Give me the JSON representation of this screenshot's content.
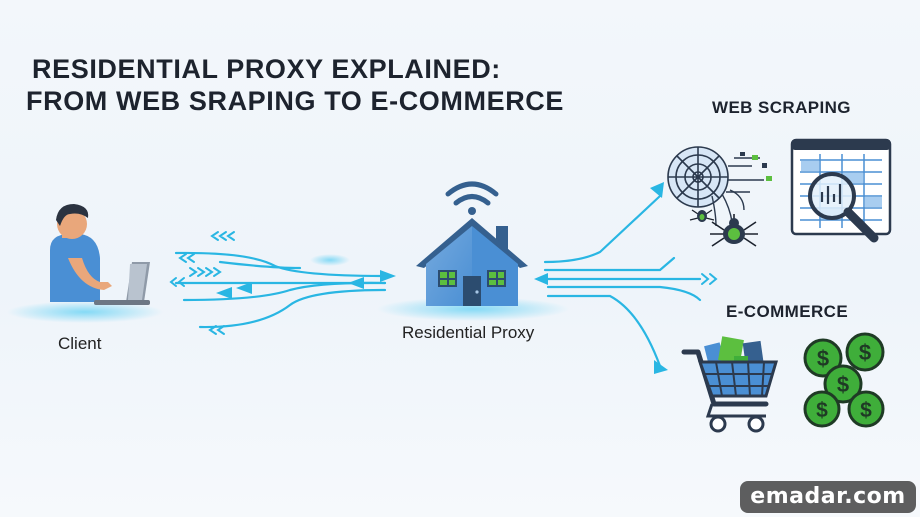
{
  "title": {
    "line1": "RESIDENTIAL PROXY EXPLAINED:",
    "line2": "FROM WEB SRAPING TO E-COMMERCE"
  },
  "nodes": {
    "client": "Client",
    "proxy": "Residential Proxy",
    "web_scraping": "WEB SCRAPING",
    "ecommerce": "E-COMMERCE"
  },
  "watermark": "emadar.com",
  "colors": {
    "flow_cyan": "#29b6e3",
    "house_blue": "#4a8fd4",
    "roof_dark": "#35608f",
    "window_green": "#5cbf3f",
    "coin_green": "#3fae3a",
    "ground_glow": "#7fd8f5"
  },
  "icons": [
    "person-laptop-icon",
    "wifi-icon",
    "house-icon",
    "spider-web-icon",
    "spider-icon",
    "spreadsheet-magnifier-icon",
    "shopping-cart-icon",
    "dollar-coins-icon"
  ]
}
